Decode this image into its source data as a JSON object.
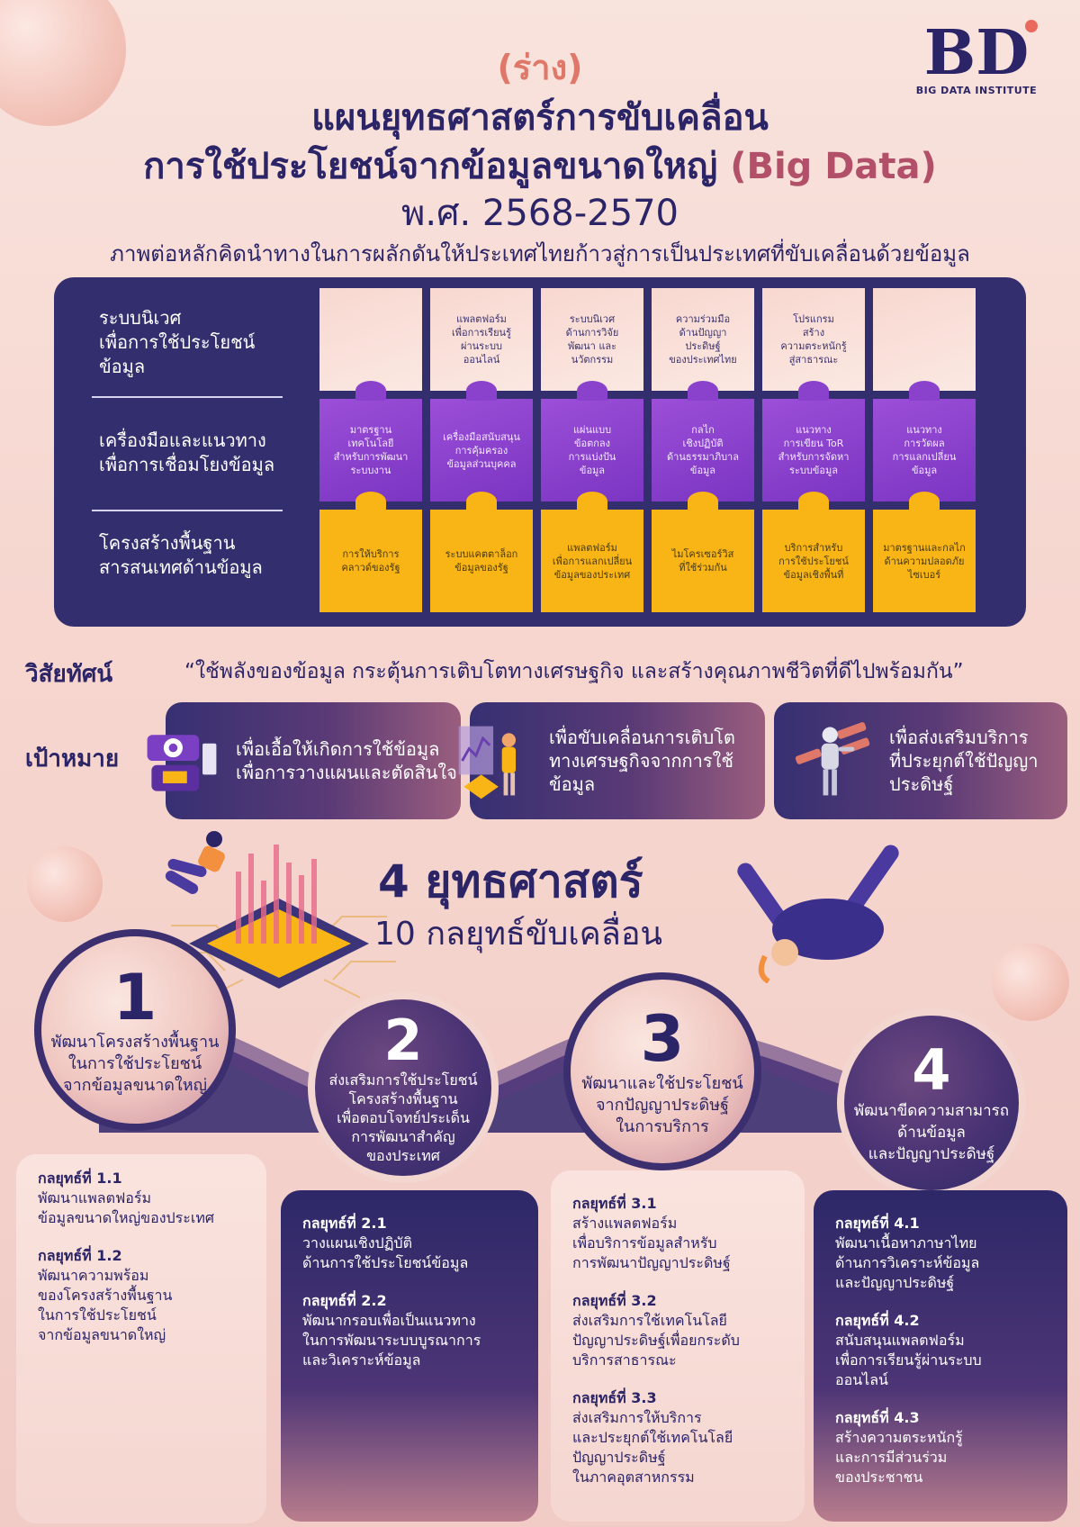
{
  "header": {
    "draft": "(ร่าง)",
    "title_line1": "แผนยุทธศาสตร์การขับเคลื่อน",
    "title_line2_main": "การใช้ประโยชน์จากข้อมูลขนาดใหญ่ ",
    "title_line2_accent": "(Big Data)",
    "title_line3": "พ.ศ. 2568-2570",
    "subtitle": "ภาพต่อหลักคิดนำทางในการผลักดันให้ประเทศไทยก้าวสู่การเป็นประเทศที่ขับเคลื่อนด้วยข้อมูล"
  },
  "logo": {
    "mark": "BD",
    "name": "BIG DATA INSTITUTE"
  },
  "framework": {
    "rows": [
      {
        "label": "ระบบนิเวศ\nเพื่อการใช้ประโยชน์\nข้อมูล",
        "pieces": [
          "",
          "แพลตฟอร์ม\nเพื่อการเรียนรู้\nผ่านระบบ\nออนไลน์",
          "ระบบนิเวศ\nด้านการวิจัย\nพัฒนา และ\nนวัตกรรม",
          "ความร่วมมือ\nด้านปัญญา\nประดิษฐ์\nของประเทศไทย",
          "โปรแกรม\nสร้าง\nความตระหนักรู้\nสู่สาธารณะ",
          ""
        ]
      },
      {
        "label": "เครื่องมือและแนวทาง\nเพื่อการเชื่อมโยงข้อมูล",
        "pieces": [
          "มาตรฐาน\nเทคโนโลยี\nสำหรับการพัฒนา\nระบบงาน",
          "เครื่องมือสนับสนุน\nการคุ้มครอง\nข้อมูลส่วนบุคคล",
          "แผ่นแบบ\nข้อตกลง\nการแบ่งปัน\nข้อมูล",
          "กลไก\nเชิงปฏิบัติ\nด้านธรรมาภิบาล\nข้อมูล",
          "แนวทาง\nการเขียน ToR\nสำหรับการจัดหา\nระบบข้อมูล",
          "แนวทาง\nการวัดผล\nการแลกเปลี่ยน\nข้อมูล"
        ]
      },
      {
        "label": "โครงสร้างพื้นฐาน\nสารสนเทศด้านข้อมูล",
        "pieces": [
          "การให้บริการ\nคลาวด์ของรัฐ",
          "ระบบแคตตาล็อก\nข้อมูลของรัฐ",
          "แพลตฟอร์ม\nเพื่อการแลกเปลี่ยน\nข้อมูลของประเทศ",
          "ไมโครเซอร์วิส\nที่ใช้ร่วมกัน",
          "บริการสำหรับ\nการใช้ประโยชน์\nข้อมูลเชิงพื้นที่",
          "มาตรฐานและกลไก\nด้านความปลอดภัย\nไซเบอร์"
        ]
      }
    ]
  },
  "vision": {
    "label": "วิสัยทัศน์",
    "text": "“ใช้พลังของข้อมูล กระตุ้นการเติบโตทางเศรษฐกิจ และสร้างคุณภาพชีวิตที่ดีไปพร้อมกัน”"
  },
  "goals": {
    "label": "เป้าหมาย",
    "items": [
      {
        "text": "เพื่อเอื้อให้เกิดการใช้ข้อมูล\nเพื่อการวางแผนและตัดสินใจ",
        "icon": "server-icon"
      },
      {
        "text": "เพื่อขับเคลื่อนการเติบโต\nทางเศรษฐกิจจากการใช้\nข้อมูล",
        "icon": "analyst-icon"
      },
      {
        "text": "เพื่อส่งเสริมบริการ\nที่ประยุกต์ใช้ปัญญา\nประดิษฐ์",
        "icon": "robot-icon"
      }
    ]
  },
  "headline": {
    "strategies": "4 ยุทธศาสตร์",
    "tactics": "10 กลยุทธ์ขับเคลื่อน"
  },
  "strategies": [
    {
      "number": "1",
      "title": "พัฒนาโครงสร้างพื้นฐาน\nในการใช้ประโยชน์\nจากข้อมูลขนาดใหญ่",
      "tactics": [
        {
          "head": "กลยุทธ์ที่ 1.1",
          "text": "พัฒนาแพลตฟอร์ม\nข้อมูลขนาดใหญ่ของประเทศ"
        },
        {
          "head": "กลยุทธ์ที่ 1.2",
          "text": "พัฒนาความพร้อม\nของโครงสร้างพื้นฐาน\nในการใช้ประโยชน์\nจากข้อมูลขนาดใหญ่"
        }
      ]
    },
    {
      "number": "2",
      "title": "ส่งเสริมการใช้ประโยชน์\nโครงสร้างพื้นฐาน\nเพื่อตอบโจทย์ประเด็น\nการพัฒนาสำคัญ\nของประเทศ",
      "tactics": [
        {
          "head": "กลยุทธ์ที่ 2.1",
          "text": "วางแผนเชิงปฏิบัติ\nด้านการใช้ประโยชน์ข้อมูล"
        },
        {
          "head": "กลยุทธ์ที่ 2.2",
          "text": "พัฒนากรอบเพื่อเป็นแนวทาง\nในการพัฒนาระบบบูรณาการ\nและวิเคราะห์ข้อมูล"
        }
      ]
    },
    {
      "number": "3",
      "title": "พัฒนาและใช้ประโยชน์\nจากปัญญาประดิษฐ์\nในการบริการ",
      "tactics": [
        {
          "head": "กลยุทธ์ที่ 3.1",
          "text": "สร้างแพลตฟอร์ม\nเพื่อบริการข้อมูลสำหรับ\nการพัฒนาปัญญาประดิษฐ์"
        },
        {
          "head": "กลยุทธ์ที่ 3.2",
          "text": "ส่งเสริมการใช้เทคโนโลยี\nปัญญาประดิษฐ์เพื่อยกระดับ\nบริการสาธารณะ"
        },
        {
          "head": "กลยุทธ์ที่ 3.3",
          "text": "ส่งเสริมการให้บริการ\nและประยุกต์ใช้เทคโนโลยี\nปัญญาประดิษฐ์\nในภาคอุตสาหกรรม"
        }
      ]
    },
    {
      "number": "4",
      "title": "พัฒนาขีดความสามารถ\nด้านข้อมูล\nและปัญญาประดิษฐ์",
      "tactics": [
        {
          "head": "กลยุทธ์ที่ 4.1",
          "text": "พัฒนาเนื้อหาภาษาไทย\nด้านการวิเคราะห์ข้อมูล\nและปัญญาประดิษฐ์"
        },
        {
          "head": "กลยุทธ์ที่ 4.2",
          "text": "สนับสนุนแพลตฟอร์ม\nเพื่อการเรียนรู้ผ่านระบบ\nออนไลน์"
        },
        {
          "head": "กลยุทธ์ที่ 4.3",
          "text": "สร้างความตระหนักรู้\nและการมีส่วนร่วม\nของประชาชน"
        }
      ]
    }
  ],
  "colors": {
    "navy": "#2b2467",
    "accent_coral": "#e0786a",
    "accent_rose": "#b2506a",
    "puzzle_pink": "#f8d8d0",
    "puzzle_purple": "#8a42cc",
    "puzzle_yellow": "#f8b515"
  }
}
